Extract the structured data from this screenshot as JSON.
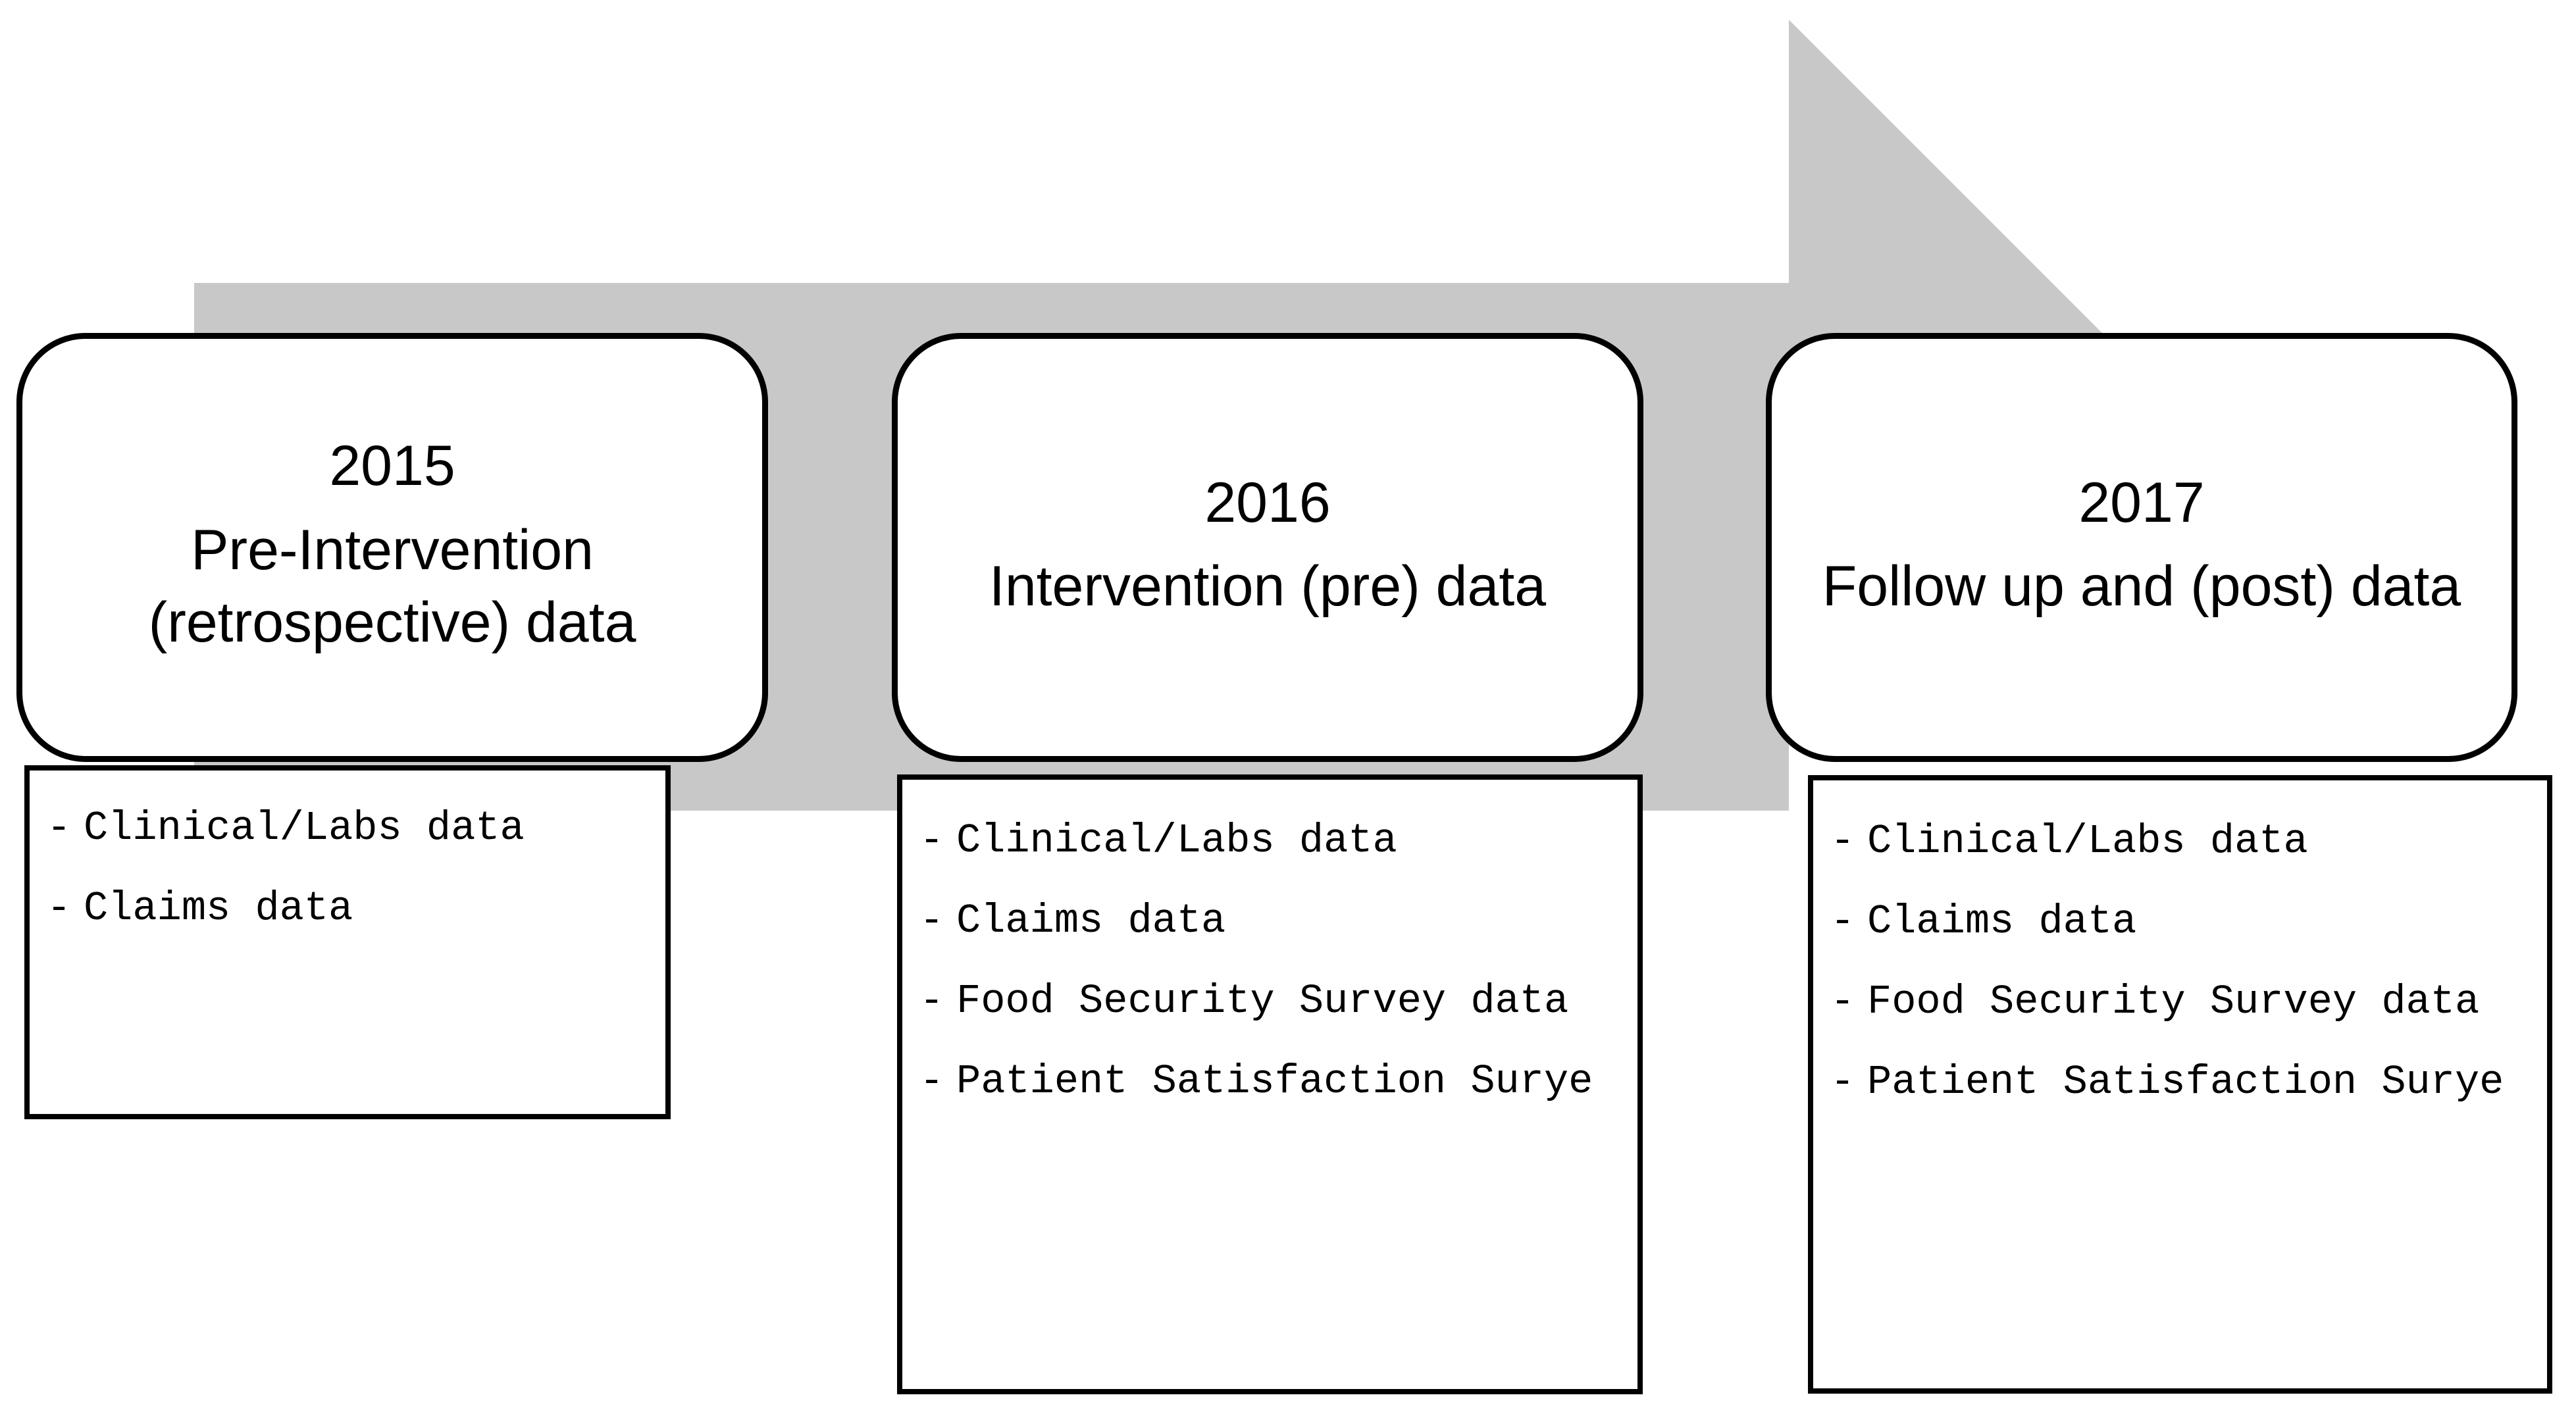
{
  "figure": {
    "type": "timeline-flow-diagram",
    "arrow": {
      "name": "right-pointing-timeline-arrow",
      "color": "#c8c8c8",
      "direction": "left-to-right"
    },
    "background_color": "#ffffff",
    "box_border_color": "#000000"
  },
  "phases": [
    {
      "year": "2015",
      "description": "Pre-Intervention (retrospective) data",
      "data_sources": [
        "Clinical/Labs data",
        "Claims data"
      ]
    },
    {
      "year": "2016",
      "description": "Intervention (pre) data",
      "data_sources": [
        "Clinical/Labs data",
        "Claims data",
        "Food Security Survey data",
        "Patient Satisfaction Surye"
      ]
    },
    {
      "year": "2017",
      "description": "Follow up and (post) data",
      "data_sources": [
        "Clinical/Labs data",
        "Claims data",
        "Food Security Survey data",
        "Patient Satisfaction Surye"
      ]
    }
  ],
  "bullet_marker": "-"
}
